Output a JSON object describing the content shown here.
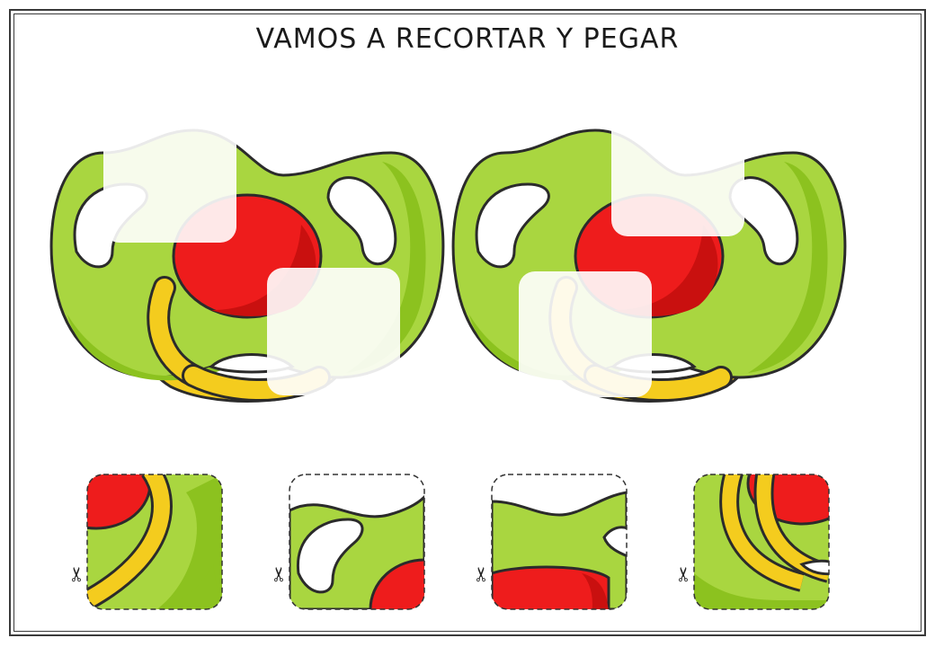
{
  "title": "VAMOS A RECORTAR Y PEGAR",
  "colors": {
    "green": "#a9d640",
    "green_dark": "#8cc21f",
    "red": "#ee1c1c",
    "red_dark": "#c9100f",
    "yellow": "#f4cc1e",
    "outline": "#2b2b2b",
    "hole": "#ffffff"
  },
  "icons": {
    "scissors": "✂"
  },
  "pacifiers": [
    {
      "name": "left-pacifier"
    },
    {
      "name": "right-pacifier"
    }
  ],
  "pieces": [
    {
      "name": "piece-1"
    },
    {
      "name": "piece-2"
    },
    {
      "name": "piece-3"
    },
    {
      "name": "piece-4"
    }
  ]
}
